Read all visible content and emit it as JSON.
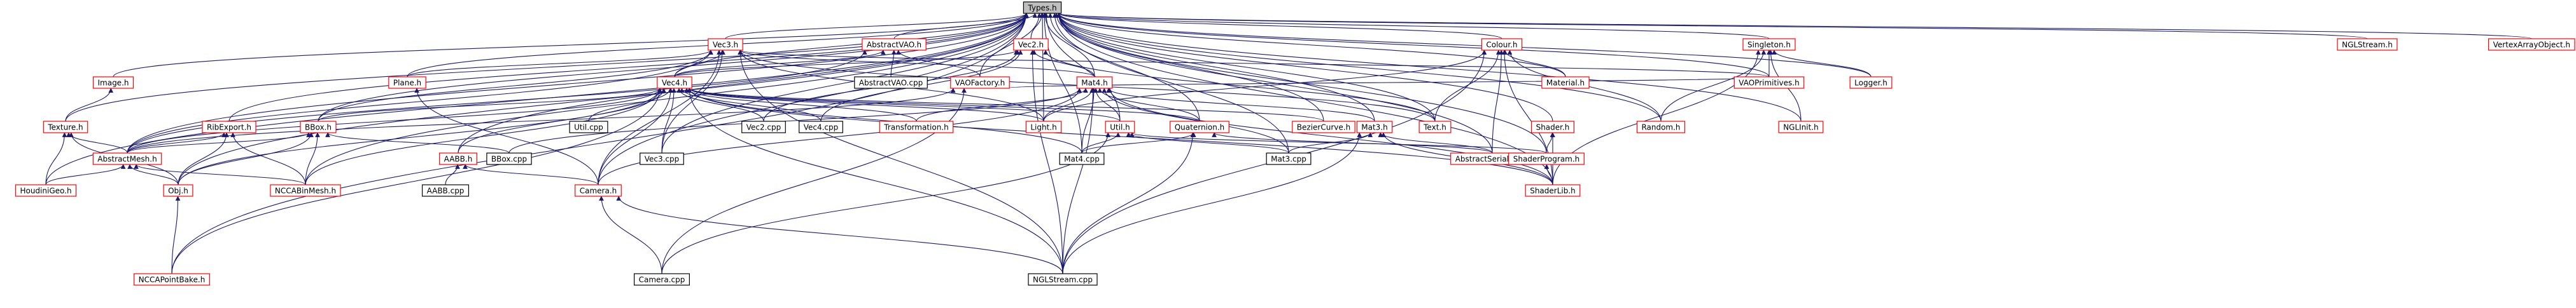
{
  "diagram": {
    "colors": {
      "root_fill": "#bfbfbf",
      "plain_stroke": "#000000",
      "link_stroke": "#ff0000",
      "edge": "#191970"
    },
    "nodes": [
      {
        "id": "types",
        "label": "Types.h",
        "kind": "root"
      },
      {
        "id": "vec3",
        "label": "Vec3.h",
        "kind": "link"
      },
      {
        "id": "abstractvao",
        "label": "AbstractVAO.h",
        "kind": "link"
      },
      {
        "id": "vec2",
        "label": "Vec2.h",
        "kind": "link"
      },
      {
        "id": "colour",
        "label": "Colour.h",
        "kind": "link"
      },
      {
        "id": "singleton",
        "label": "Singleton.h",
        "kind": "link"
      },
      {
        "id": "nglstream",
        "label": "NGLStream.h",
        "kind": "link"
      },
      {
        "id": "vao_obj",
        "label": "VertexArrayObject.h",
        "kind": "link"
      },
      {
        "id": "image",
        "label": "Image.h",
        "kind": "link"
      },
      {
        "id": "plane",
        "label": "Plane.h",
        "kind": "link"
      },
      {
        "id": "vec4",
        "label": "Vec4.h",
        "kind": "link"
      },
      {
        "id": "abstractvaocpp",
        "label": "AbstractVAO.cpp",
        "kind": "plain"
      },
      {
        "id": "vaofactory",
        "label": "VAOFactory.h",
        "kind": "link"
      },
      {
        "id": "mat4",
        "label": "Mat4.h",
        "kind": "link"
      },
      {
        "id": "material",
        "label": "Material.h",
        "kind": "link"
      },
      {
        "id": "vaoprimitives",
        "label": "VAOPrimitives.h",
        "kind": "link"
      },
      {
        "id": "logger",
        "label": "Logger.h",
        "kind": "link"
      },
      {
        "id": "texture",
        "label": "Texture.h",
        "kind": "link"
      },
      {
        "id": "ribexport",
        "label": "RibExport.h",
        "kind": "link"
      },
      {
        "id": "bbox",
        "label": "BBox.h",
        "kind": "link"
      },
      {
        "id": "utilcpp",
        "label": "Util.cpp",
        "kind": "plain"
      },
      {
        "id": "vec2cpp",
        "label": "Vec2.cpp",
        "kind": "plain"
      },
      {
        "id": "vec4cpp",
        "label": "Vec4.cpp",
        "kind": "plain"
      },
      {
        "id": "transformation",
        "label": "Transformation.h",
        "kind": "link"
      },
      {
        "id": "light",
        "label": "Light.h",
        "kind": "link"
      },
      {
        "id": "util",
        "label": "Util.h",
        "kind": "link"
      },
      {
        "id": "quaternion",
        "label": "Quaternion.h",
        "kind": "link"
      },
      {
        "id": "beziercurve",
        "label": "BezierCurve.h",
        "kind": "link"
      },
      {
        "id": "text",
        "label": "Text.h",
        "kind": "link"
      },
      {
        "id": "shader",
        "label": "Shader.h",
        "kind": "link"
      },
      {
        "id": "random",
        "label": "Random.h",
        "kind": "link"
      },
      {
        "id": "nglinit",
        "label": "NGLInit.h",
        "kind": "link"
      },
      {
        "id": "abstractmesh",
        "label": "AbstractMesh.h",
        "kind": "link"
      },
      {
        "id": "aabb",
        "label": "AABB.h",
        "kind": "link"
      },
      {
        "id": "bboxcpp",
        "label": "BBox.cpp",
        "kind": "plain"
      },
      {
        "id": "vec3cpp",
        "label": "Vec3.cpp",
        "kind": "plain"
      },
      {
        "id": "mat4cpp",
        "label": "Mat4.cpp",
        "kind": "plain"
      },
      {
        "id": "mat3",
        "label": "Mat3.h",
        "kind": "link"
      },
      {
        "id": "mat3cpp",
        "label": "Mat3.cpp",
        "kind": "plain"
      },
      {
        "id": "abstractserializer",
        "label": "AbstractSerializer.h",
        "kind": "link"
      },
      {
        "id": "shaderprogram",
        "label": "ShaderProgram.h",
        "kind": "link"
      },
      {
        "id": "houdinigeo",
        "label": "HoudiniGeo.h",
        "kind": "link"
      },
      {
        "id": "obj",
        "label": "Obj.h",
        "kind": "link"
      },
      {
        "id": "nccabinmesh",
        "label": "NCCABinMesh.h",
        "kind": "link"
      },
      {
        "id": "aabbcpp",
        "label": "AABB.cpp",
        "kind": "plain"
      },
      {
        "id": "camera",
        "label": "Camera.h",
        "kind": "link"
      },
      {
        "id": "shaderlib",
        "label": "ShaderLib.h",
        "kind": "link"
      },
      {
        "id": "nccapointbake",
        "label": "NCCAPointBake.h",
        "kind": "link"
      },
      {
        "id": "cameracpp",
        "label": "Camera.cpp",
        "kind": "plain"
      },
      {
        "id": "nglstreamcpp",
        "label": "NGLStream.cpp",
        "kind": "plain"
      }
    ],
    "edges": [
      [
        "vec3",
        "types"
      ],
      [
        "abstractvao",
        "types"
      ],
      [
        "vec2",
        "types"
      ],
      [
        "colour",
        "types"
      ],
      [
        "singleton",
        "types"
      ],
      [
        "nglstream",
        "types"
      ],
      [
        "vao_obj",
        "types"
      ],
      [
        "image",
        "types"
      ],
      [
        "plane",
        "types"
      ],
      [
        "vec4",
        "types"
      ],
      [
        "vaofactory",
        "types"
      ],
      [
        "mat4",
        "types"
      ],
      [
        "material",
        "types"
      ],
      [
        "vaoprimitives",
        "types"
      ],
      [
        "logger",
        "types"
      ],
      [
        "texture",
        "types"
      ],
      [
        "ribexport",
        "types"
      ],
      [
        "bbox",
        "types"
      ],
      [
        "light",
        "types"
      ],
      [
        "util",
        "types"
      ],
      [
        "quaternion",
        "types"
      ],
      [
        "beziercurve",
        "types"
      ],
      [
        "text",
        "types"
      ],
      [
        "shader",
        "types"
      ],
      [
        "random",
        "types"
      ],
      [
        "nglinit",
        "types"
      ],
      [
        "abstractmesh",
        "types"
      ],
      [
        "aabb",
        "types"
      ],
      [
        "mat3",
        "types"
      ],
      [
        "abstractserializer",
        "types"
      ],
      [
        "shaderprogram",
        "types"
      ],
      [
        "houdinigeo",
        "types"
      ],
      [
        "obj",
        "types"
      ],
      [
        "nccabinmesh",
        "types"
      ],
      [
        "camera",
        "types"
      ],
      [
        "shaderlib",
        "types"
      ],
      [
        "nccapointbake",
        "types"
      ],
      [
        "vec3cpp",
        "types"
      ],
      [
        "mat4cpp",
        "types"
      ],
      [
        "mat3cpp",
        "types"
      ],
      [
        "plane",
        "vec3"
      ],
      [
        "vec4",
        "vec3"
      ],
      [
        "bbox",
        "vec3"
      ],
      [
        "light",
        "vec3"
      ],
      [
        "text",
        "vec3"
      ],
      [
        "abstractmesh",
        "vec3"
      ],
      [
        "vec3cpp",
        "vec3"
      ],
      [
        "camera",
        "vec3"
      ],
      [
        "nglstreamcpp",
        "vec3"
      ],
      [
        "mat4",
        "vec3"
      ],
      [
        "vaoprimitives",
        "vec3"
      ],
      [
        "abstractvaocpp",
        "abstractvao"
      ],
      [
        "vaofactory",
        "abstractvao"
      ],
      [
        "vec4",
        "abstractvao"
      ],
      [
        "abstractmesh",
        "abstractvao"
      ],
      [
        "vec2cpp",
        "vec2"
      ],
      [
        "vec4",
        "vec2"
      ],
      [
        "vec4cpp",
        "vec2"
      ],
      [
        "text",
        "vec2"
      ],
      [
        "mat4",
        "vec2"
      ],
      [
        "nglstreamcpp",
        "vec2"
      ],
      [
        "material",
        "colour"
      ],
      [
        "text",
        "colour"
      ],
      [
        "light",
        "colour"
      ],
      [
        "shaderlib",
        "colour"
      ],
      [
        "random",
        "colour"
      ],
      [
        "abstractserializer",
        "colour"
      ],
      [
        "nglstreamcpp",
        "colour"
      ],
      [
        "vaoprimitives",
        "singleton"
      ],
      [
        "logger",
        "singleton"
      ],
      [
        "nglinit",
        "singleton"
      ],
      [
        "shaderlib",
        "singleton"
      ],
      [
        "random",
        "singleton"
      ],
      [
        "texture",
        "image"
      ],
      [
        "camera",
        "plane"
      ],
      [
        "bbox",
        "vec4"
      ],
      [
        "utilcpp",
        "vec4"
      ],
      [
        "vec2cpp",
        "vec4"
      ],
      [
        "vec4cpp",
        "vec4"
      ],
      [
        "transformation",
        "vec4"
      ],
      [
        "light",
        "vec4"
      ],
      [
        "util",
        "vec4"
      ],
      [
        "quaternion",
        "vec4"
      ],
      [
        "beziercurve",
        "vec4"
      ],
      [
        "abstractmesh",
        "vec4"
      ],
      [
        "aabb",
        "vec4"
      ],
      [
        "vec3cpp",
        "vec4"
      ],
      [
        "mat4cpp",
        "vec4"
      ],
      [
        "camera",
        "vec4"
      ],
      [
        "shaderlib",
        "vec4"
      ],
      [
        "nccapointbake",
        "vec4"
      ],
      [
        "nglstreamcpp",
        "vec4"
      ],
      [
        "nccabinmesh",
        "vec4"
      ],
      [
        "obj",
        "vec4"
      ],
      [
        "vaoprimitives",
        "vaofactory"
      ],
      [
        "abstractmesh",
        "vaofactory"
      ],
      [
        "cameracpp",
        "vaofactory"
      ],
      [
        "transformation",
        "mat4"
      ],
      [
        "light",
        "mat4"
      ],
      [
        "util",
        "mat4"
      ],
      [
        "quaternion",
        "mat4"
      ],
      [
        "mat4cpp",
        "mat4"
      ],
      [
        "mat3",
        "mat4"
      ],
      [
        "camera",
        "mat4"
      ],
      [
        "shaderlib",
        "mat4"
      ],
      [
        "nglstreamcpp",
        "mat4"
      ],
      [
        "bboxcpp",
        "mat4"
      ],
      [
        "mat3cpp",
        "mat4"
      ],
      [
        "abstractmesh",
        "texture"
      ],
      [
        "obj",
        "texture"
      ],
      [
        "houdinigeo",
        "texture"
      ],
      [
        "abstractmesh",
        "ribexport"
      ],
      [
        "obj",
        "ribexport"
      ],
      [
        "nccabinmesh",
        "ribexport"
      ],
      [
        "abstractmesh",
        "bbox"
      ],
      [
        "bboxcpp",
        "bbox"
      ],
      [
        "obj",
        "bbox"
      ],
      [
        "nccabinmesh",
        "bbox"
      ],
      [
        "mat4cpp",
        "util"
      ],
      [
        "mat3cpp",
        "util"
      ],
      [
        "cameracpp",
        "util"
      ],
      [
        "shaderprogram",
        "util"
      ],
      [
        "mat4cpp",
        "quaternion"
      ],
      [
        "abstractserializer",
        "quaternion"
      ],
      [
        "nglstreamcpp",
        "quaternion"
      ],
      [
        "shaderprogram",
        "shader"
      ],
      [
        "shaderlib",
        "shader"
      ],
      [
        "houdinigeo",
        "abstractmesh"
      ],
      [
        "obj",
        "abstractmesh"
      ],
      [
        "nccabinmesh",
        "abstractmesh"
      ],
      [
        "nccapointbake",
        "obj"
      ],
      [
        "aabbcpp",
        "aabb"
      ],
      [
        "camera",
        "aabb"
      ],
      [
        "mat3cpp",
        "mat3"
      ],
      [
        "abstractserializer",
        "mat3"
      ],
      [
        "shaderlib",
        "mat3"
      ],
      [
        "nglstreamcpp",
        "mat3"
      ],
      [
        "shaderlib",
        "shaderprogram"
      ],
      [
        "cameracpp",
        "camera"
      ],
      [
        "nglstreamcpp",
        "camera"
      ]
    ]
  }
}
